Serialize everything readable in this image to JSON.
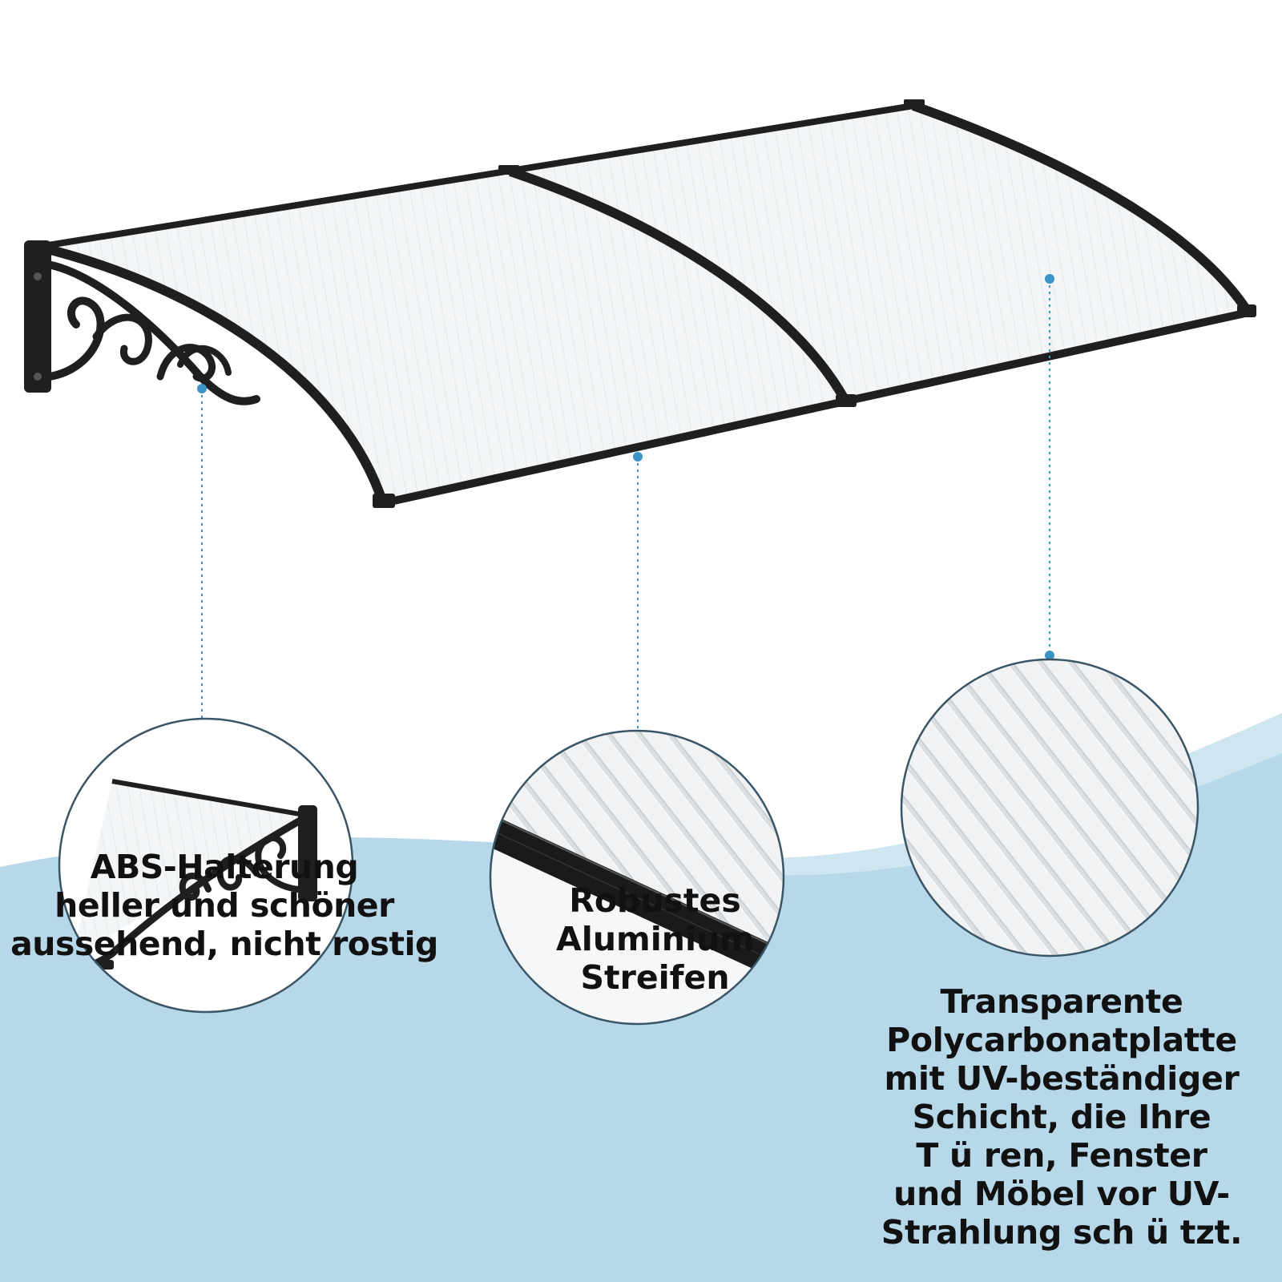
{
  "colors": {
    "background_band": "#b7d8e8",
    "frame": "#1f1f1f",
    "panel": "#f4f6f7",
    "callout_line": "#3b93c6",
    "circle_border": "#3a5566"
  },
  "callouts": [
    {
      "name": "abs-bracket",
      "lines": [
        "ABS-Halterung",
        "heller und schöner",
        "aussehend, nicht rostig"
      ]
    },
    {
      "name": "aluminium-strip",
      "lines": [
        "Robustes",
        "Aluminium",
        "Streifen"
      ]
    },
    {
      "name": "polycarbonate-panel",
      "lines": [
        "Transparente",
        "Polycarbonatplatte",
        "mit UV-beständiger",
        "Schicht, die Ihre",
        "T ü ren, Fenster",
        "und Möbel vor UV-",
        "Strahlung sch ü tzt."
      ]
    }
  ]
}
